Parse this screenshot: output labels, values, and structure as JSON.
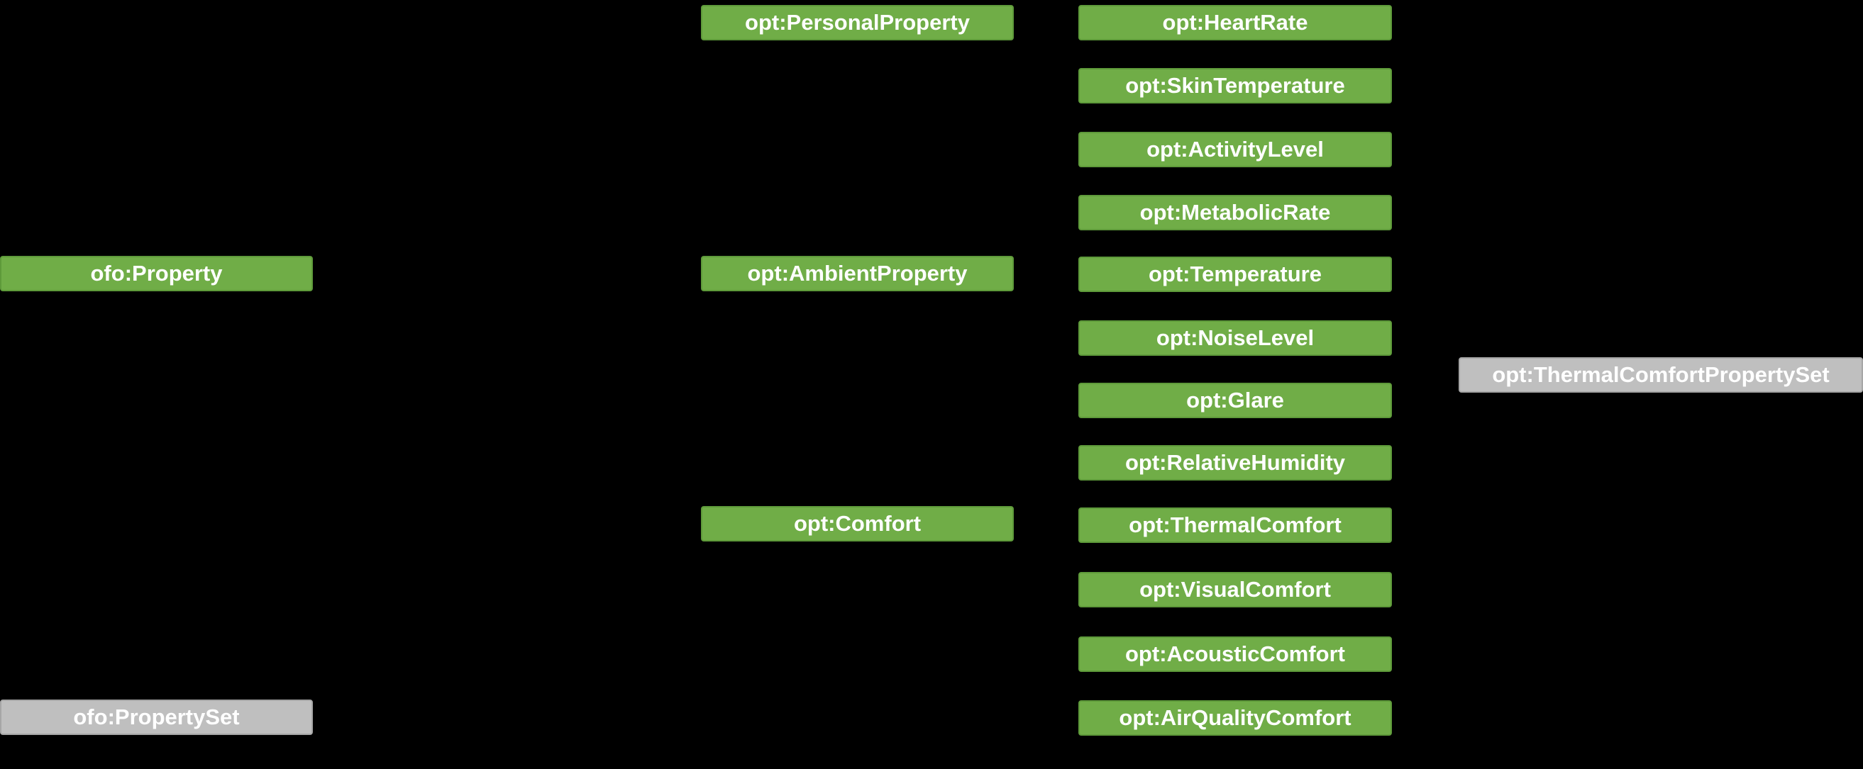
{
  "colors": {
    "background": "#000000",
    "class_node_fill": "#70ad47",
    "set_node_fill": "#bfbfbf",
    "node_text": "#ffffff"
  },
  "nodes": {
    "property": "ofo:Property",
    "property_set": "ofo:PropertySet",
    "personal_property": "opt:PersonalProperty",
    "ambient_property": "opt:AmbientProperty",
    "comfort": "opt:Comfort",
    "heart_rate": "opt:HeartRate",
    "skin_temperature": "opt:SkinTemperature",
    "activity_level": "opt:ActivityLevel",
    "metabolic_rate": "opt:MetabolicRate",
    "temperature": "opt:Temperature",
    "noise_level": "opt:NoiseLevel",
    "glare": "opt:Glare",
    "relative_humidity": "opt:RelativeHumidity",
    "thermal_comfort": "opt:ThermalComfort",
    "visual_comfort": "opt:VisualComfort",
    "acoustic_comfort": "opt:AcousticComfort",
    "air_quality_comfort": "opt:AirQualityComfort",
    "thermal_comfort_property_set": "opt:ThermalComfortPropertySet"
  }
}
